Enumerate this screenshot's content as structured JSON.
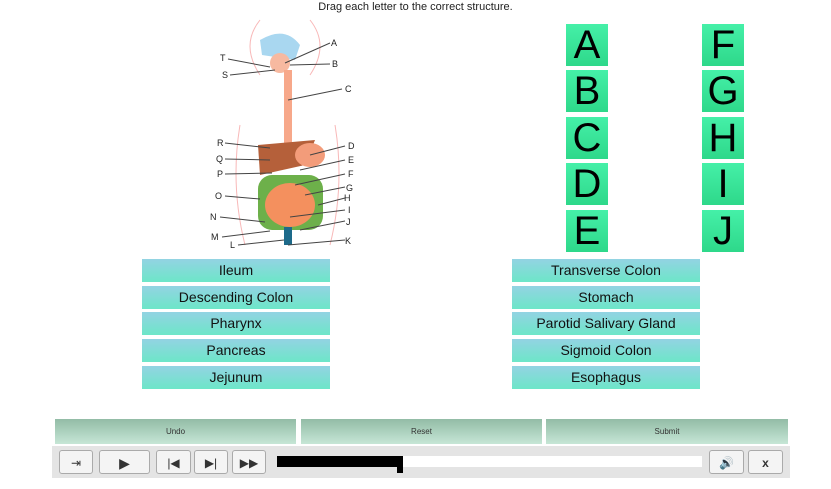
{
  "instruction": "Drag each letter to the correct structure.",
  "diagram": {
    "labels_right": [
      "A",
      "B",
      "C",
      "D",
      "E",
      "F",
      "G",
      "H",
      "I",
      "J",
      "K"
    ],
    "labels_left": [
      "T",
      "S",
      "R",
      "Q",
      "P",
      "O",
      "N",
      "M",
      "L"
    ]
  },
  "letters": [
    "A",
    "B",
    "C",
    "D",
    "E",
    "F",
    "G",
    "H",
    "I",
    "J"
  ],
  "terms_left": [
    "Ileum",
    "Descending Colon",
    "Pharynx",
    "Pancreas",
    "Jejunum"
  ],
  "terms_right": [
    "Transverse Colon",
    "Stomach",
    "Parotid Salivary Gland",
    "Sigmoid Colon",
    "Esophagus"
  ],
  "actions": {
    "undo": "Undo",
    "reset": "Reset",
    "submit": "Submit"
  },
  "player": {
    "progress_percent": 29,
    "close": "x"
  },
  "colors": {
    "tile": "#3ee89a",
    "term": "#7ddfd0"
  }
}
